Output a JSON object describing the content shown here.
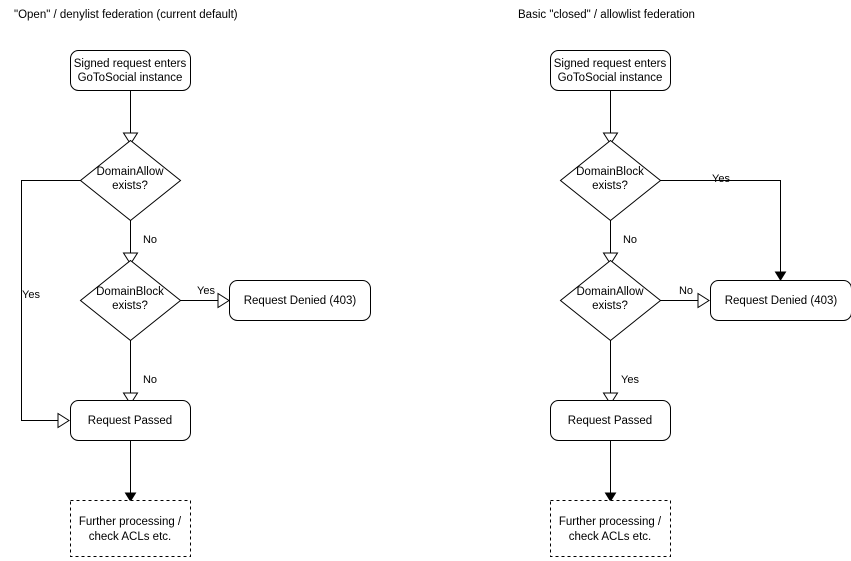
{
  "diagram": {
    "title_left": "\"Open\" / denylist federation (current default)",
    "title_right": "Basic \"closed\" / allowlist federation",
    "panels": [
      {
        "id": "open-denylist",
        "title": "\"Open\" / denylist federation (current default)",
        "nodes": {
          "entry": "Signed request enters\nGoToSocial instance",
          "entry_line1": "Signed request enters",
          "entry_line2": "GoToSocial instance",
          "decision1_line1": "DomainAllow",
          "decision1_line2": "exists?",
          "decision2_line1": "DomainBlock",
          "decision2_line2": "exists?",
          "denied": "Request Denied (403)",
          "passed": "Request Passed",
          "further_line1": "Further processing /",
          "further_line2": "check ACLs etc."
        },
        "edges": {
          "entry_to_decision1": "",
          "decision1_yes": "Yes",
          "decision1_no": "No",
          "decision2_yes": "Yes",
          "decision2_no": "No",
          "passed_to_further": ""
        }
      },
      {
        "id": "closed-allowlist",
        "title": "Basic \"closed\" / allowlist federation",
        "nodes": {
          "entry": "Signed request enters\nGoToSocial instance",
          "entry_line1": "Signed request enters",
          "entry_line2": "GoToSocial instance",
          "decision1_line1": "DomainBlock",
          "decision1_line2": "exists?",
          "decision2_line1": "DomainAllow",
          "decision2_line2": "exists?",
          "denied": "Request Denied (403)",
          "passed": "Request Passed",
          "further_line1": "Further processing /",
          "further_line2": "check ACLs etc."
        },
        "edges": {
          "entry_to_decision1": "",
          "decision1_yes": "Yes",
          "decision1_no": "No",
          "decision2_no": "No",
          "decision2_yes": "Yes",
          "passed_to_further": ""
        }
      }
    ],
    "colors": {
      "stroke": "#000000",
      "fill": "#ffffff",
      "background": "#ffffff",
      "text": "#000000"
    }
  }
}
